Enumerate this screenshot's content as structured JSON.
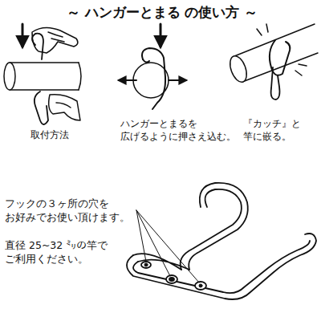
{
  "diagram": {
    "title": "～ ハンガーとまる の使い方 ～",
    "labels": [
      "取付方法",
      "ハンガーとまるを 広げるように押さえ込む。",
      "『カッチ』と 竿に嵌る。",
      "フックの３ヶ所の穴を お好みでお使い頂けます。",
      "直径 25~32 ㍉の竿で ご利用ください。"
    ]
  }
}
